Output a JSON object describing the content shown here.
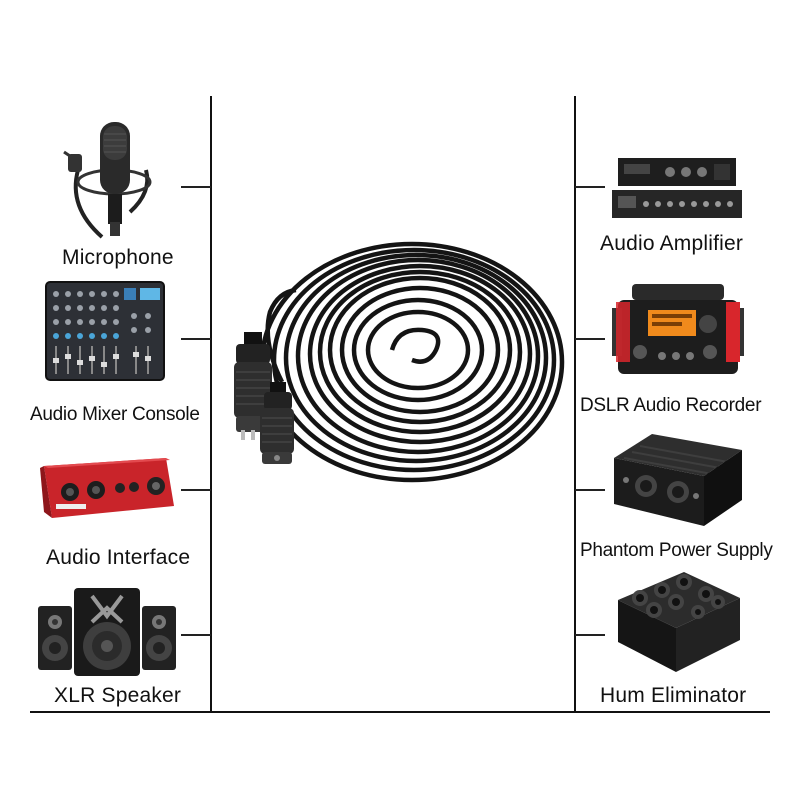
{
  "left_devices": [
    {
      "label": "Microphone",
      "icon": "microphone-icon"
    },
    {
      "label": "Audio Mixer Console",
      "icon": "mixer-icon"
    },
    {
      "label": "Audio Interface",
      "icon": "audio-interface-icon"
    },
    {
      "label": "XLR Speaker",
      "icon": "speaker-icon"
    }
  ],
  "right_devices": [
    {
      "label": "Audio Amplifier",
      "icon": "amplifier-icon"
    },
    {
      "label": "DSLR Audio Recorder",
      "icon": "recorder-icon"
    },
    {
      "label": "Phantom Power Supply",
      "icon": "phantom-power-icon"
    },
    {
      "label": "Hum Eliminator",
      "icon": "hum-eliminator-icon"
    }
  ],
  "center": {
    "icon": "xlr-cable-icon"
  },
  "colors": {
    "line": "#111111",
    "cable": "#141414",
    "accent_red": "#d8262c",
    "orange": "#f08a1c"
  }
}
